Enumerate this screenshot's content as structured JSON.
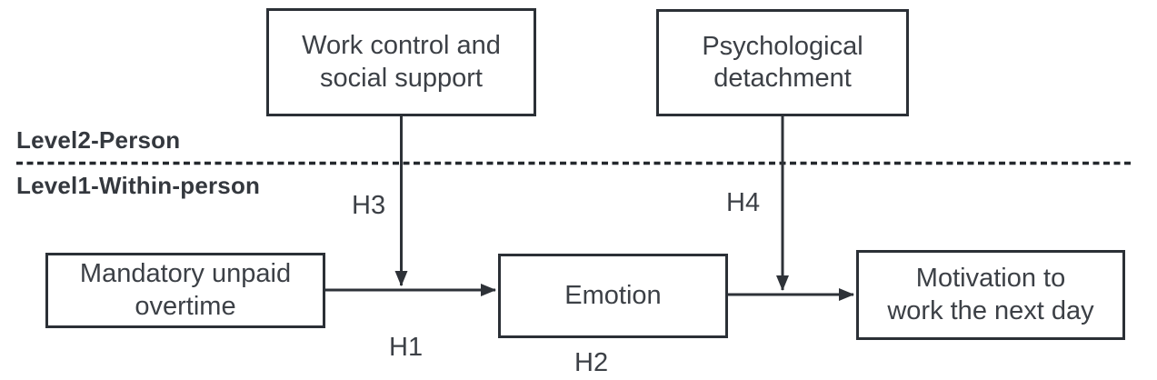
{
  "diagram": {
    "type": "multilevel-hypothesis-model",
    "level_labels": {
      "above_divider": "Level2-Person",
      "below_divider": "Level1-Within-person"
    },
    "nodes": {
      "work_control": "Work control and\nsocial support",
      "psychological_detachment": "Psychological\ndetachment",
      "mandatory_overtime": "Mandatory unpaid\novertime",
      "emotion": "Emotion",
      "motivation": "Motivation to\nwork the next day"
    },
    "hypothesis_labels": {
      "h1": "H1",
      "h2": "H2",
      "h3": "H3",
      "h4": "H4"
    },
    "edges": [
      {
        "from": "Mandatory unpaid overtime",
        "to": "Emotion",
        "label": "H1",
        "style": "solid-arrow"
      },
      {
        "from": "Emotion",
        "to": "Motivation to work the next day",
        "label": "H2",
        "style": "solid-arrow"
      },
      {
        "from": "Work control and social support",
        "to": "path H1 (moderation)",
        "label": "H3",
        "style": "solid-arrow"
      },
      {
        "from": "Psychological detachment",
        "to": "path H2 (moderation)",
        "label": "H4",
        "style": "solid-arrow"
      }
    ],
    "divider": {
      "style": "dashed",
      "orientation": "horizontal"
    },
    "colors": {
      "background": "#ffffff",
      "box_border": "#2b3036",
      "text": "#3c4046",
      "divider_line": "#24282d",
      "arrow_line": "#2e3238"
    }
  }
}
